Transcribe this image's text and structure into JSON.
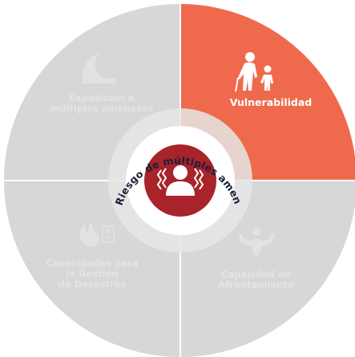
{
  "diagram": {
    "center_title": "Riesgo de múltiples amenazas",
    "center_icon": "person-shaking-icon",
    "active_quadrant": "vulnerabilidad",
    "colors": {
      "active": "#ef6a4c",
      "inactive": "#d7d7d7",
      "inner_ring": "#e6e6e6",
      "center_white": "#ffffff",
      "center_red": "#a8232a",
      "title_text": "#1b1f3b",
      "divider": "#ffffff"
    },
    "quadrants": [
      {
        "id": "exposicion",
        "position": "top-left",
        "icon": "wave-icon",
        "label": "Exposición a\nmúltiples amenazas",
        "active": false
      },
      {
        "id": "vulnerabilidad",
        "position": "top-right",
        "icon": "elderly-child-icon",
        "label": "Vulnerabilidad",
        "active": true
      },
      {
        "id": "capacidades",
        "position": "bottom-left",
        "icon": "fire-extinguisher-icon",
        "label": "Capacidades para\nla Gestión\nde Desastres",
        "active": false
      },
      {
        "id": "afrontamiento",
        "position": "bottom-right",
        "icon": "hands-shelter-icon",
        "label": "Capacidad de\nAfrontamiento",
        "active": false
      }
    ]
  }
}
